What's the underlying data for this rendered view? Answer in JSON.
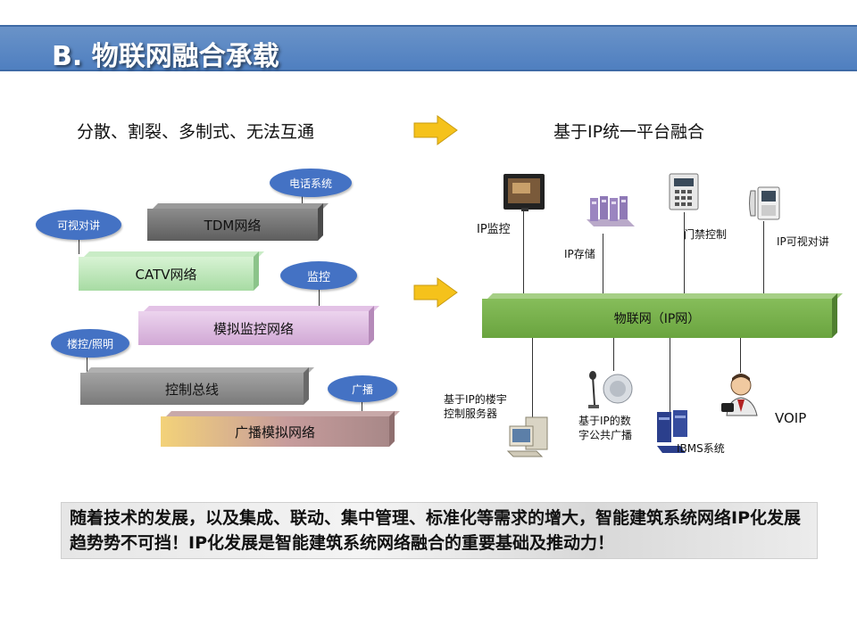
{
  "title": "B. 物联网融合承载",
  "left_heading": "分散、割裂、多制式、无法互通",
  "right_heading": "基于IP统一平台融合",
  "left_bars": {
    "tdm": "TDM网络",
    "catv": "CATV网络",
    "analog_monitor": "模拟监控网络",
    "control_bus": "控制总线",
    "broadcast": "广播模拟网络"
  },
  "left_tags": {
    "phone": "电话系统",
    "video_intercom": "可视对讲",
    "monitor": "监控",
    "building_control": "楼控/照明",
    "broadcast": "广播"
  },
  "iot_bar": "物联网（IP网）",
  "devices_top": {
    "ip_monitor": "IP监控",
    "ip_storage": "IP存储",
    "access_control": "门禁控制",
    "ip_intercom": "IP可视对讲"
  },
  "devices_bottom": {
    "server_line1": "基于IP的楼宇",
    "server_line2": "控制服务器",
    "pa_line1": "基于IP的数",
    "pa_line2": "字公共广播",
    "ibms": "IBMS系统",
    "voip": "VOIP"
  },
  "banner": "随着技术的发展，以及集成、联动、集中管理、标准化等需求的增大，智能建筑系统网络IP化发展趋势势不可挡！IP化发展是智能建筑系统网络融合的重要基础及推动力！",
  "colors": {
    "title_bar": "#4f7fc0",
    "tag_blue": "#4472c4",
    "arrow": "#f5c21b",
    "iot_green": "#77b24a"
  }
}
